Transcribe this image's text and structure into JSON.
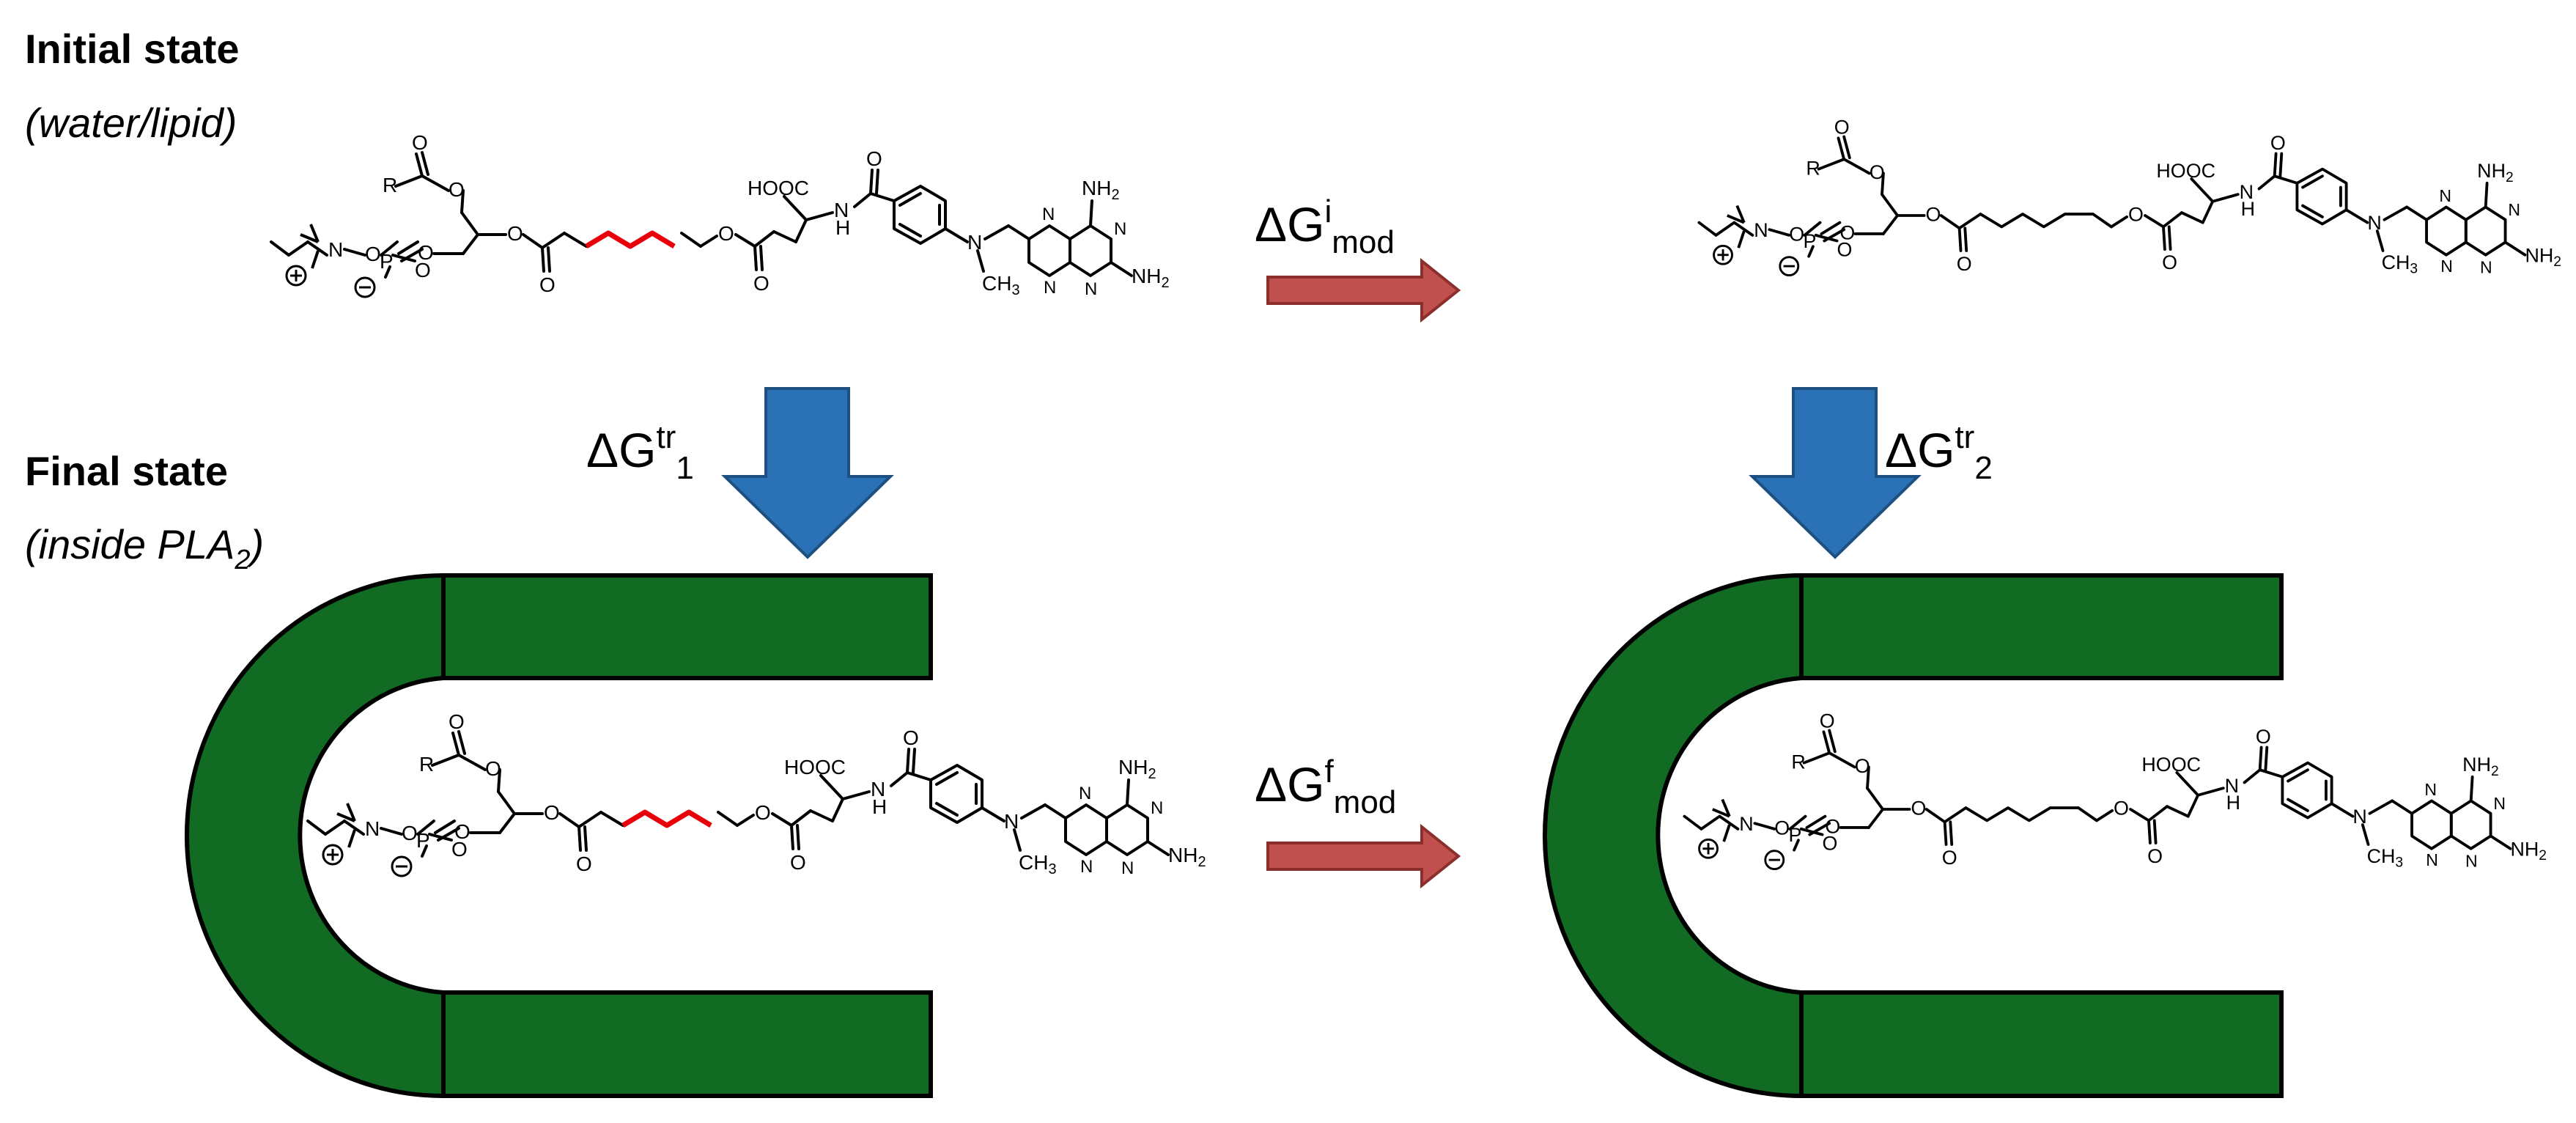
{
  "headers": {
    "initial_title": "Initial state",
    "initial_subtitle": "(water/lipid)",
    "final_title": "Final state",
    "final_subtitle_main": "(inside PLA",
    "final_subtitle_sub": "2",
    "final_subtitle_end": ")"
  },
  "energies": {
    "modification_initial": {
      "delta": "ΔG",
      "sup": "i",
      "sub": "mod"
    },
    "modification_final": {
      "delta": "ΔG",
      "sup": "f",
      "sub": "mod"
    },
    "transfer_1": {
      "delta": "ΔG",
      "sup": "tr",
      "sub": "1"
    },
    "transfer_2": {
      "delta": "ΔG",
      "sup": "tr",
      "sub": "2"
    }
  },
  "molecule_labels": {
    "r_group": "R",
    "oxygen": "O",
    "phosphorus": "P",
    "nitrogen": "N",
    "cooh": "HOOC",
    "amide_nh": "N",
    "amide_h": "H",
    "methyl": "CH",
    "methyl_sub": "3",
    "amine_top": "NH",
    "amine_bottom": "NH",
    "amine_sub": "2",
    "plus_charge": "+",
    "minus_charge": "−"
  },
  "colors": {
    "enzyme_green": "#116b22",
    "transfer_arrow_blue": "#2a72b5",
    "modification_arrow_red": "#c0504d",
    "highlight_bond_red": "#e8000b"
  }
}
